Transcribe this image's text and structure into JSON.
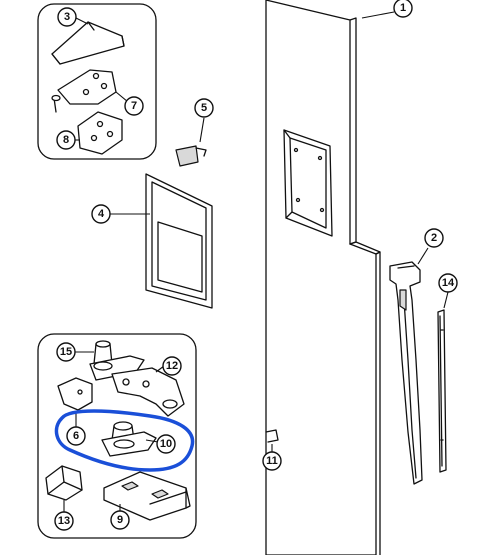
{
  "callouts": [
    {
      "id": "c1",
      "label": "1"
    },
    {
      "id": "c2",
      "label": "2"
    },
    {
      "id": "c3",
      "label": "3"
    },
    {
      "id": "c4",
      "label": "4"
    },
    {
      "id": "c5",
      "label": "5"
    },
    {
      "id": "c6",
      "label": "6"
    },
    {
      "id": "c7",
      "label": "7"
    },
    {
      "id": "c8",
      "label": "8"
    },
    {
      "id": "c9",
      "label": "9"
    },
    {
      "id": "c10",
      "label": "10"
    },
    {
      "id": "c11",
      "label": "11"
    },
    {
      "id": "c12",
      "label": "12"
    },
    {
      "id": "c13",
      "label": "13"
    },
    {
      "id": "c14",
      "label": "14"
    },
    {
      "id": "c15",
      "label": "15"
    }
  ],
  "colors": {
    "line": "#111111",
    "highlight": "#1a4fd8",
    "background": "#ffffff"
  }
}
